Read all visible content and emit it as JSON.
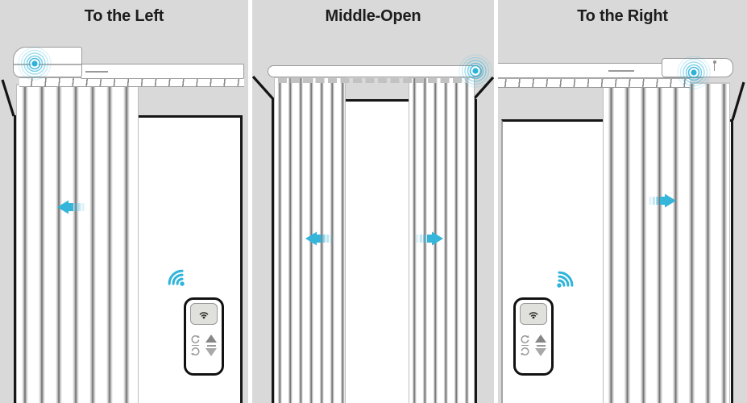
{
  "colors": {
    "accent_cyan": "#35b5da",
    "wall_gray": "#d9d9d9",
    "window_white": "#ffffff",
    "frame_black": "#161616",
    "remote_button_gray": "#e0e0dc"
  },
  "panels": [
    {
      "title": "To the Left",
      "motor_position": "left-end-of-rail",
      "curtain_position": "closed-to-left",
      "arrow_directions": [
        "left"
      ],
      "has_remote": true,
      "remote_signal_direction": "down-right"
    },
    {
      "title": "Middle-Open",
      "motor_position": "right-end-of-rail",
      "curtain_position": "split-open-middle",
      "arrow_directions": [
        "left",
        "right"
      ],
      "has_remote": false,
      "remote_signal_direction": null
    },
    {
      "title": "To the Right",
      "motor_position": "right-end-of-rail",
      "curtain_position": "closed-to-right",
      "arrow_directions": [
        "right"
      ],
      "has_remote": true,
      "remote_signal_direction": "down-left"
    }
  ],
  "remote": {
    "buttons": [
      "wifi-pair",
      "rotate-cw",
      "rotate-ccw",
      "up",
      "down"
    ]
  }
}
